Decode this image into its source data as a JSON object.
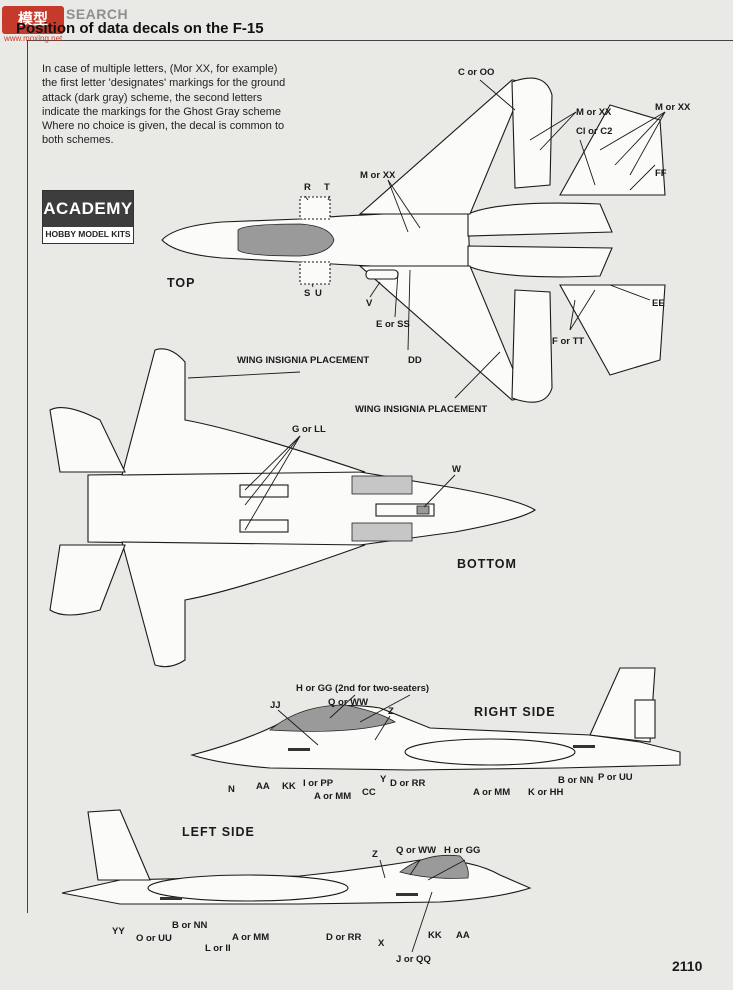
{
  "watermark": {
    "badge": "模型",
    "search": "SEARCH",
    "url": "www.moxing.net"
  },
  "title": "Position of data decals on the F-15",
  "intro": "In case of multiple letters, (Mor XX, for example) the first letter 'designates' markings for the ground attack (dark gray) scheme, the second letters indicate the markings for the Ghost Gray scheme Where no choice is given, the decal is common to both schemes.",
  "logo": {
    "brand": "ACADEMY",
    "sub": "HOBBY MODEL KITS"
  },
  "views": {
    "top": "TOP",
    "bottom": "BOTTOM",
    "right": "RIGHT SIDE",
    "left": "LEFT SIDE"
  },
  "top_labels": {
    "c_oo": "C or OO",
    "m_xx_1": "M or XX",
    "m_xx_2": "M or XX",
    "m_xx_3": "M or XX",
    "c1_c2": "Cl or C2",
    "ff": "FF",
    "r": "R",
    "t": "T",
    "s": "S",
    "u": "U",
    "v": "V",
    "e_ss": "E or SS",
    "dd": "DD",
    "ee": "EE",
    "f_tt": "F or TT",
    "wing_1": "WING INSIGNIA PLACEMENT",
    "wing_2": "WING INSIGNIA PLACEMENT"
  },
  "bottom_labels": {
    "g_ll": "G or LL",
    "w": "W"
  },
  "right_labels": {
    "h_gg": "H or GG (2nd for two-seaters)",
    "q_ww": "Q or WW",
    "jj": "JJ",
    "z": "Z",
    "n": "N",
    "aa": "AA",
    "kk": "KK",
    "i_pp": "I or PP",
    "a_mm": "A or MM",
    "cc": "CC",
    "y": "Y",
    "d_rr": "D or RR",
    "a_mm_2": "A or MM",
    "k_hh": "K or HH",
    "b_nn": "B or NN",
    "p_uu": "P or UU"
  },
  "left_labels": {
    "z": "Z",
    "q_ww": "Q or WW",
    "h_gg": "H or GG",
    "yy": "YY",
    "b_nn": "B or NN",
    "o_uu": "O or UU",
    "l_ii": "L or II",
    "a_mm": "A or MM",
    "d_rr": "D or RR",
    "x": "X",
    "kk": "KK",
    "aa": "AA",
    "j_qq": "J or QQ"
  },
  "page_number": "2110"
}
